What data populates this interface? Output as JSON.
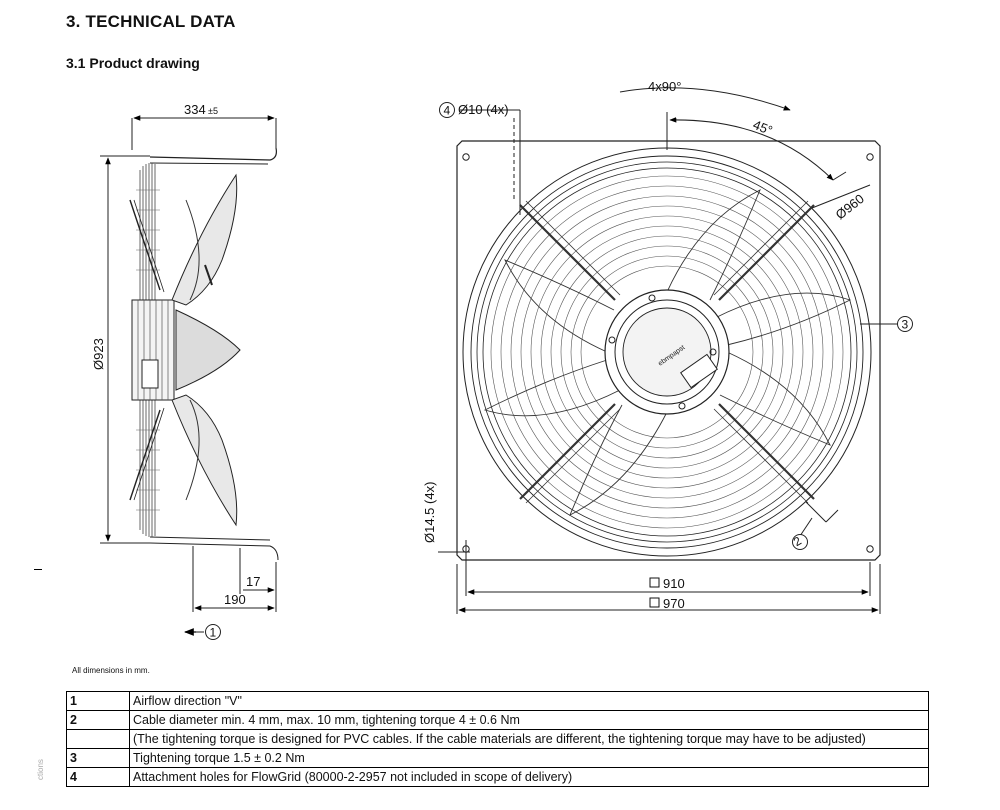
{
  "heading": "3. TECHNICAL DATA",
  "subheading": "3.1 Product drawing",
  "drawing": {
    "dim_334": "334",
    "dim_334_tol": "±5",
    "dim_923": "Ø923",
    "dim_17": "17",
    "dim_190": "190",
    "callout_1": "1",
    "callout_2": "2",
    "callout_3": "3",
    "callout_4": "4",
    "dim_holes": "Ø10 (4x)",
    "dim_angle": "4x90°",
    "dim_45": "45°",
    "dim_960": "Ø960",
    "dim_145": "Ø14.5 (4x)",
    "dim_910": "910",
    "dim_970": "970",
    "brand": "ebmpapst"
  },
  "note": "All dimensions in mm.",
  "legend": [
    {
      "num": "1",
      "text": "Airflow direction \"V\""
    },
    {
      "num": "2",
      "text": "Cable diameter min. 4 mm, max. 10 mm, tightening torque 4 ± 0.6 Nm"
    },
    {
      "num": "",
      "text": "(The tightening torque is designed for PVC cables. If the cable materials are different, the tightening torque may have to be adjusted)"
    },
    {
      "num": "3",
      "text": "Tightening torque 1.5 ± 0.2 Nm"
    },
    {
      "num": "4",
      "text": "Attachment holes for FlowGrid (80000-2-2957 not included in scope of delivery)"
    }
  ],
  "side_text": "ctions"
}
